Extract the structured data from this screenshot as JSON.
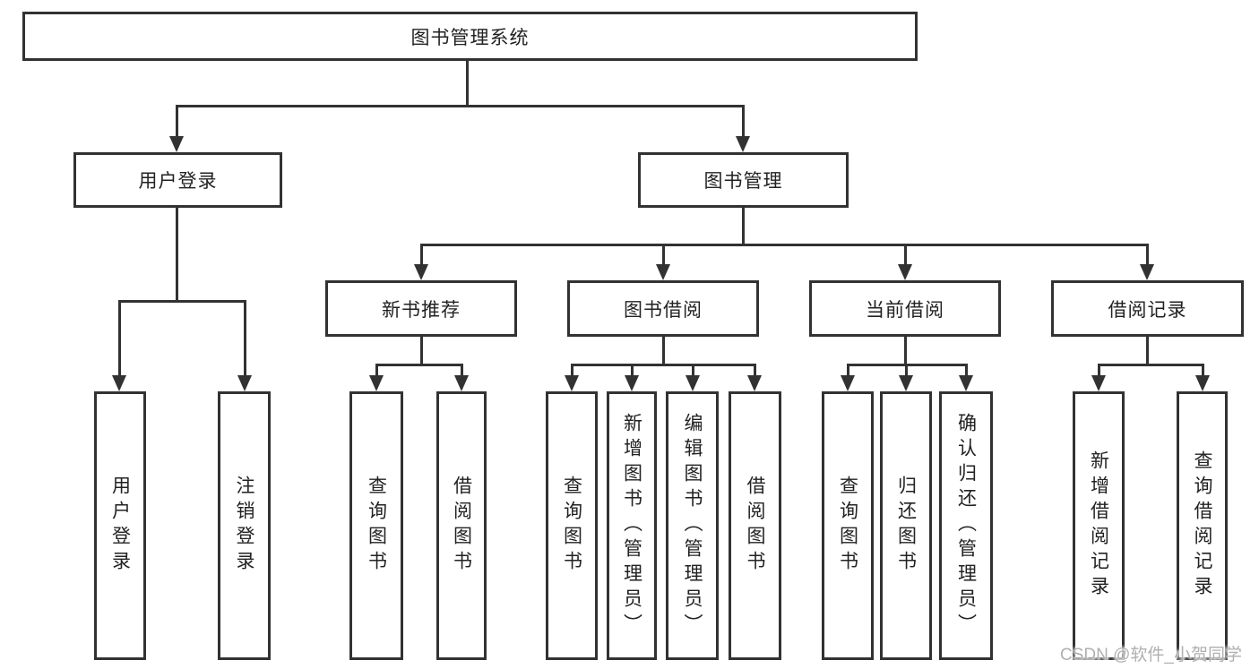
{
  "tree": {
    "label": "图书管理系统",
    "children": [
      {
        "label": "用户登录",
        "children": [
          {
            "label": "用户登录"
          },
          {
            "label": "注销登录"
          }
        ]
      },
      {
        "label": "图书管理",
        "children": [
          {
            "label": "新书推荐",
            "children": [
              {
                "label": "查询图书"
              },
              {
                "label": "借阅图书"
              }
            ]
          },
          {
            "label": "图书借阅",
            "children": [
              {
                "label": "查询图书"
              },
              {
                "label": "新增图书（管理员）"
              },
              {
                "label": "编辑图书（管理员）"
              },
              {
                "label": "借阅图书"
              }
            ]
          },
          {
            "label": "当前借阅",
            "children": [
              {
                "label": "查询图书"
              },
              {
                "label": "归还图书"
              },
              {
                "label": "确认归还（管理员）"
              }
            ]
          },
          {
            "label": "借阅记录",
            "children": [
              {
                "label": "新增借阅记录"
              },
              {
                "label": "查询借阅记录"
              }
            ]
          }
        ]
      }
    ]
  },
  "watermark": "CSDN @软件_小贺同学",
  "colors": {
    "line": "#323232",
    "text": "#222222",
    "watermark": "#b0b0b0",
    "background": "#ffffff"
  }
}
